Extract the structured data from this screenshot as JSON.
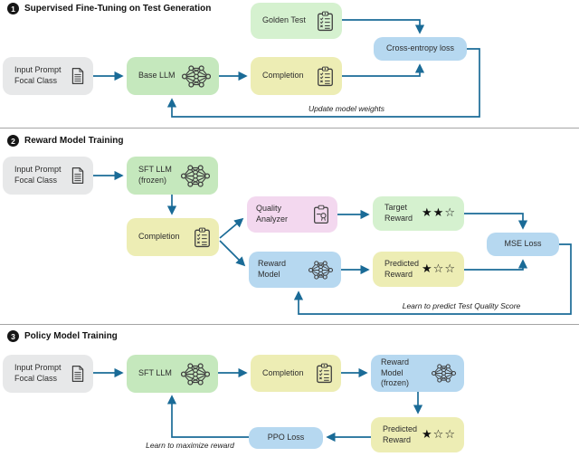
{
  "colors": {
    "box_gray": "#e7e8e9",
    "box_green_llm": "#c5e8bd",
    "box_green_light": "#d5f1cf",
    "box_yellow": "#ededb4",
    "box_blue": "#b6d8f0",
    "box_pink": "#f3d8ef",
    "arrow": "#1a6b97",
    "divider": "#a5a5a5",
    "icon_stroke": "#3f3f3f"
  },
  "sections": [
    {
      "num": "1",
      "title": "Supervised Fine-Tuning on Test Generation",
      "note": "Update model weights",
      "nodes": {
        "input": {
          "line1": "Input Prompt",
          "line2": "Focal Class"
        },
        "base_llm": {
          "label": "Base LLM"
        },
        "golden_test": {
          "label": "Golden Test"
        },
        "completion": {
          "label": "Completion"
        },
        "loss": {
          "label": "Cross-entropy loss"
        }
      }
    },
    {
      "num": "2",
      "title": "Reward Model Training",
      "note": "Learn to predict Test Quality Score",
      "nodes": {
        "input": {
          "line1": "Input Prompt",
          "line2": "Focal Class"
        },
        "sft_llm": {
          "line1": "SFT LLM",
          "line2": "(frozen)"
        },
        "completion": {
          "label": "Completion"
        },
        "quality_analyzer": {
          "label": "Quality Analyzer"
        },
        "target_reward": {
          "line1": "Target",
          "line2": "Reward",
          "stars": "★★☆"
        },
        "reward_model": {
          "label": "Reward Model"
        },
        "predicted_reward": {
          "line1": "Predicted",
          "line2": "Reward",
          "stars": "★☆☆"
        },
        "loss": {
          "label": "MSE Loss"
        }
      }
    },
    {
      "num": "3",
      "title": "Policy Model Training",
      "note": "Learn to maximize reward",
      "nodes": {
        "input": {
          "line1": "Input Prompt",
          "line2": "Focal Class"
        },
        "sft_llm": {
          "label": "SFT LLM"
        },
        "completion": {
          "label": "Completion"
        },
        "reward_model": {
          "line1": "Reward Model",
          "line2": "(frozen)"
        },
        "predicted_reward": {
          "line1": "Predicted",
          "line2": "Reward",
          "stars": "★☆☆"
        },
        "loss": {
          "label": "PPO Loss"
        }
      }
    }
  ]
}
